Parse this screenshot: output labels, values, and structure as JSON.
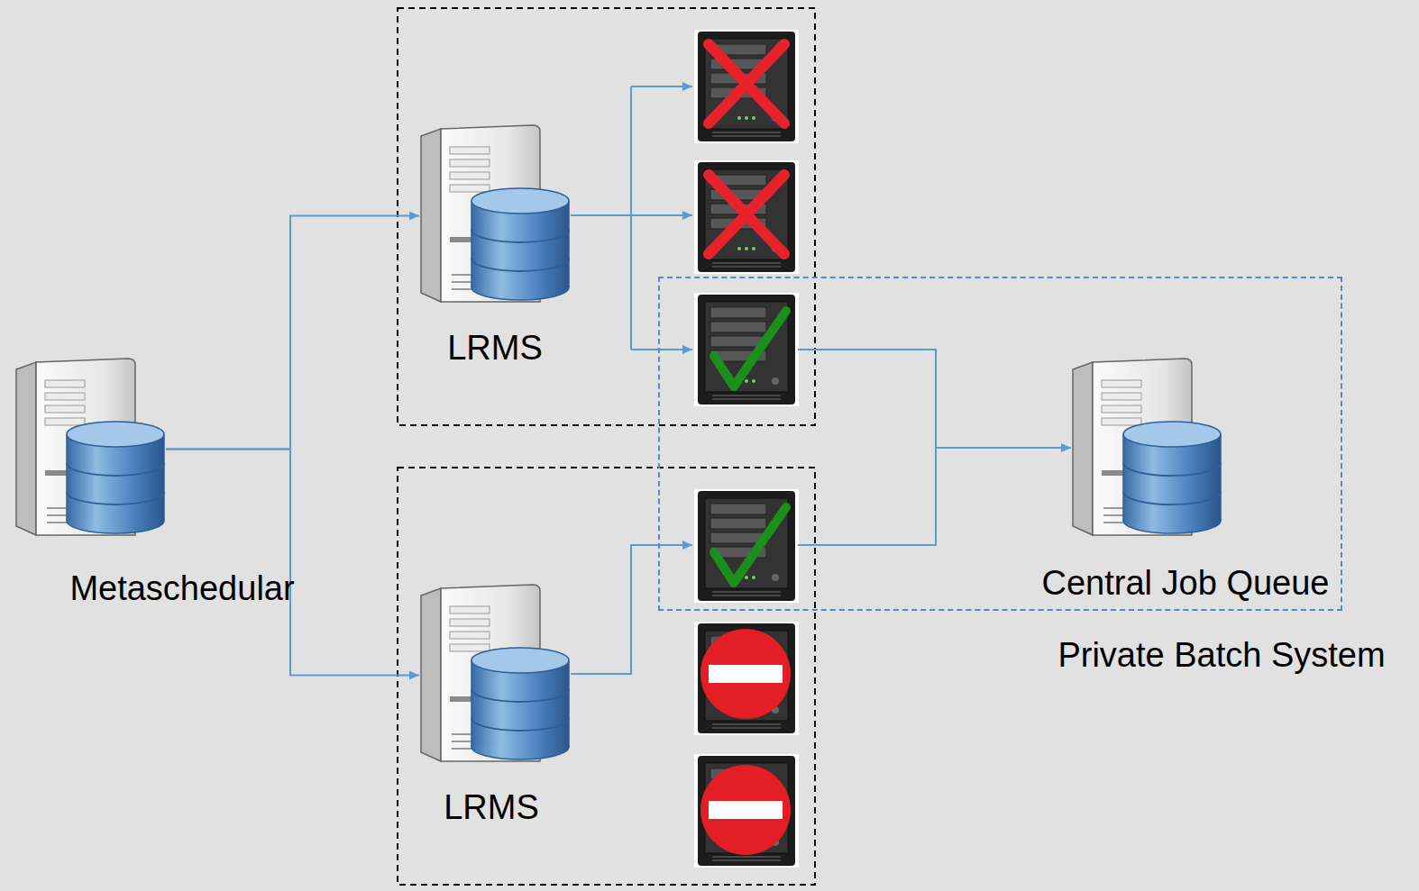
{
  "diagram": {
    "nodes": [
      {
        "text": [
          "Metaschedular"
        ]
      },
      {
        "text": [
          "LRMS"
        ]
      },
      {
        "text": [
          "LRMS"
        ]
      },
      {
        "text": [
          "Private Batch System"
        ]
      },
      {
        "text": [
          "Central Job Queue"
        ],
        "in": 3
      }
    ],
    "edges": [
      {
        "from": 0,
        "to": 1,
        "arrow": "to"
      },
      {
        "from": 0,
        "to": 2,
        "arrow": "to"
      }
    ]
  }
}
